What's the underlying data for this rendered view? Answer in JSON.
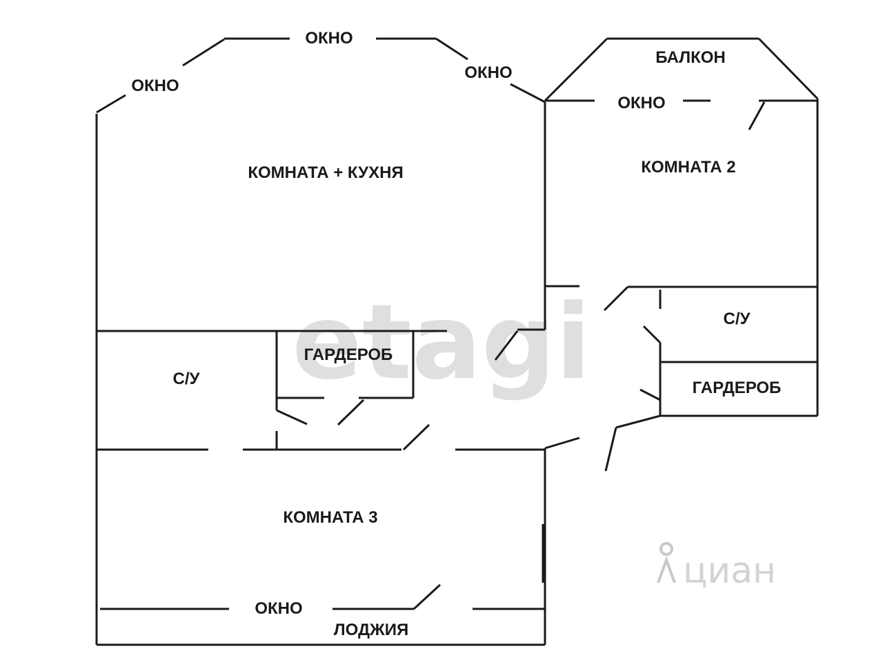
{
  "rooms": {
    "living_kitchen": "КОМНАТА + КУХНЯ",
    "room2": "КОМНАТА 2",
    "room3": "КОМНАТА 3",
    "bathroom_left": "С/У",
    "bathroom_right": "С/У",
    "wardrobe_left": "ГАРДЕРОБ",
    "wardrobe_right": "ГАРДЕРОБ",
    "balcony": "БАЛКОН",
    "loggia": "ЛОДЖИЯ"
  },
  "windows": {
    "top": "ОКНО",
    "top_left": "ОКНО",
    "top_right": "ОКНО",
    "room2": "ОКНО",
    "room3": "ОКНО"
  },
  "watermarks": {
    "etagi": "etagi",
    "cian": "циан"
  }
}
